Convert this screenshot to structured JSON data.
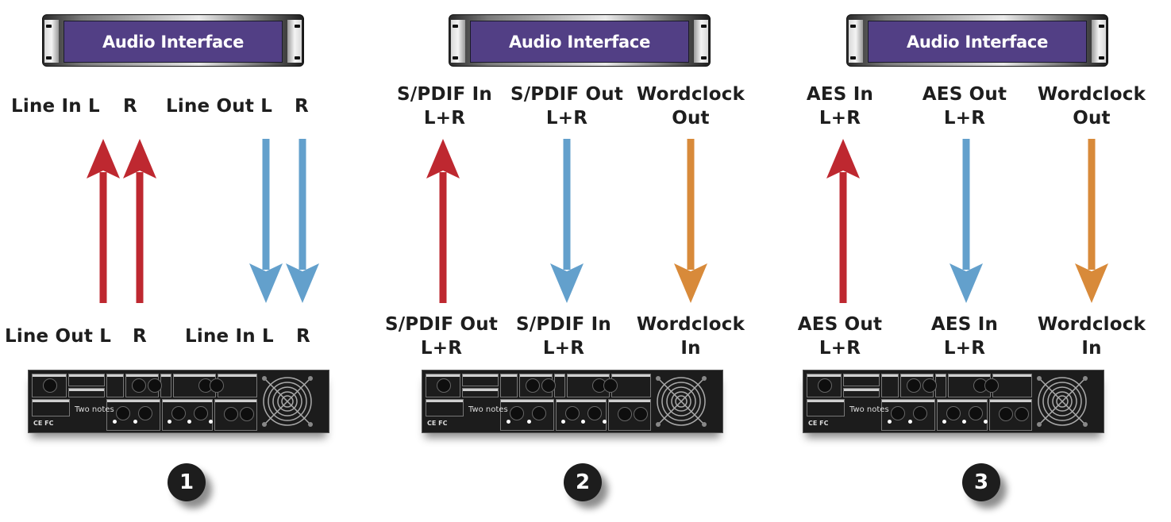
{
  "colors": {
    "in_arrow": "#be2830",
    "out_arrow": "#63a0cc",
    "clock_arrow": "#d88a3a",
    "panel": "#523f85",
    "text": "#1e1e1e"
  },
  "setups": [
    {
      "number": "1",
      "interface_label": "Audio Interface",
      "top_labels": [
        "Line In L",
        "R",
        "Line Out L",
        "R"
      ],
      "bottom_labels": [
        "Line Out L",
        "R",
        "Line In L",
        "R"
      ],
      "arrows": [
        {
          "kind": "in",
          "direction": "up"
        },
        {
          "kind": "in",
          "direction": "up"
        },
        {
          "kind": "out",
          "direction": "down"
        },
        {
          "kind": "out",
          "direction": "down"
        }
      ],
      "device_brand": "Two notes"
    },
    {
      "number": "2",
      "interface_label": "Audio Interface",
      "top_labels": [
        {
          "line1": "S/PDIF In",
          "line2": "L+R"
        },
        {
          "line1": "S/PDIF Out",
          "line2": "L+R"
        },
        {
          "line1": "Wordclock",
          "line2": "Out"
        }
      ],
      "bottom_labels": [
        {
          "line1": "S/PDIF Out",
          "line2": "L+R"
        },
        {
          "line1": "S/PDIF In",
          "line2": "L+R"
        },
        {
          "line1": "Wordclock",
          "line2": "In"
        }
      ],
      "arrows": [
        {
          "kind": "in",
          "direction": "up"
        },
        {
          "kind": "out",
          "direction": "down"
        },
        {
          "kind": "clock",
          "direction": "down"
        }
      ],
      "device_brand": "Two notes"
    },
    {
      "number": "3",
      "interface_label": "Audio Interface",
      "top_labels": [
        {
          "line1": "AES In",
          "line2": "L+R"
        },
        {
          "line1": "AES Out",
          "line2": "L+R"
        },
        {
          "line1": "Wordclock",
          "line2": "Out"
        }
      ],
      "bottom_labels": [
        {
          "line1": "AES Out",
          "line2": "L+R"
        },
        {
          "line1": "AES In",
          "line2": "L+R"
        },
        {
          "line1": "Wordclock",
          "line2": "In"
        }
      ],
      "arrows": [
        {
          "kind": "in",
          "direction": "up"
        },
        {
          "kind": "out",
          "direction": "down"
        },
        {
          "kind": "clock",
          "direction": "down"
        }
      ],
      "device_brand": "Two notes"
    }
  ]
}
